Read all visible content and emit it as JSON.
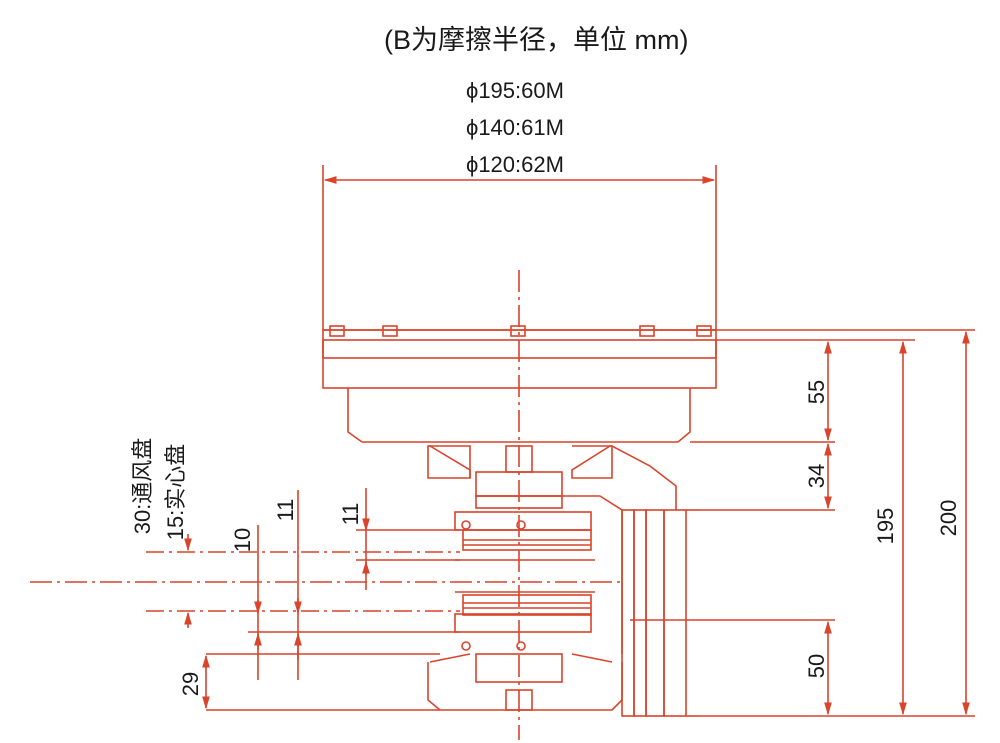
{
  "title": "(B为摩擦半径，单位 mm)",
  "size_lines": [
    "ϕ195:60M",
    "ϕ140:61M",
    "ϕ120:62M"
  ],
  "dimensions": {
    "d55": "55",
    "d34": "34",
    "d195": "195",
    "d200": "200",
    "d50": "50",
    "d29": "29",
    "d10": "10",
    "d11a": "11",
    "d11b": "11"
  },
  "disc_notes": {
    "vented": "30:通风盘",
    "solid": "15:实心盘"
  },
  "colors": {
    "line": "#d9442b",
    "text": "#1a1a1a",
    "background": "#ffffff"
  }
}
